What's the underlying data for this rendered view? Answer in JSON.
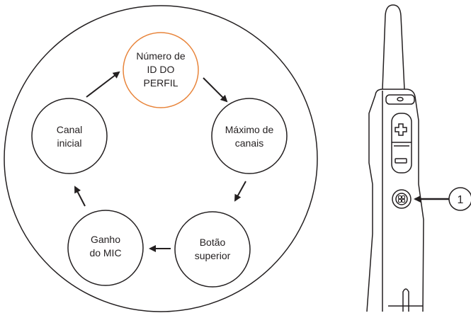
{
  "cycle": {
    "nodes": [
      {
        "id": "profile-id",
        "lines": [
          "Número de",
          "ID DO",
          "PERFIL"
        ],
        "highlight": true
      },
      {
        "id": "max-channels",
        "lines": [
          "Máximo de",
          "canais"
        ],
        "highlight": false
      },
      {
        "id": "top-button",
        "lines": [
          "Botão",
          "superior"
        ],
        "highlight": false
      },
      {
        "id": "mic-gain",
        "lines": [
          "Ganho",
          "do MIC"
        ],
        "highlight": false
      },
      {
        "id": "initial-channel",
        "lines": [
          "Canal",
          "inicial"
        ],
        "highlight": false
      }
    ]
  },
  "callout": {
    "label": "1"
  },
  "colors": {
    "stroke": "#231f20",
    "highlight": "#e8843a",
    "background": "#ffffff"
  }
}
